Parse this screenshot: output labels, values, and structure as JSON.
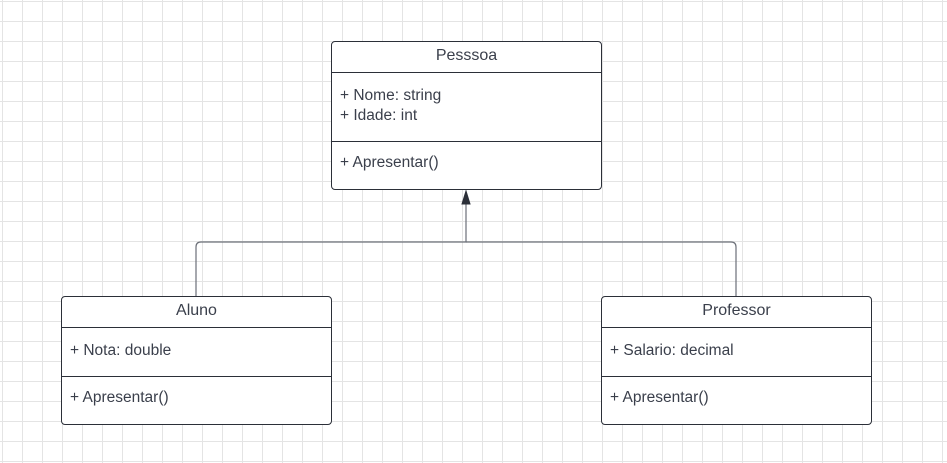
{
  "diagram": {
    "type": "uml-class-diagram",
    "classes": [
      {
        "name": "Pesssoa",
        "attributes": [
          "+ Nome: string",
          "+ Idade: int"
        ],
        "methods": [
          "+ Apresentar()"
        ]
      },
      {
        "name": "Aluno",
        "attributes": [
          "+ Nota: double"
        ],
        "methods": [
          "+ Apresentar()"
        ]
      },
      {
        "name": "Professor",
        "attributes": [
          "+ Salario: decimal"
        ],
        "methods": [
          "+ Apresentar()"
        ]
      }
    ],
    "relationships": [
      {
        "type": "inheritance",
        "from": "Aluno",
        "to": "Pesssoa"
      },
      {
        "type": "inheritance",
        "from": "Professor",
        "to": "Pesssoa"
      }
    ],
    "colors": {
      "background": "#ffffff",
      "grid": "#e4e4e4",
      "stroke": "#2b2f38",
      "text": "#3a3f4b",
      "connector": "#6b6f78"
    }
  }
}
